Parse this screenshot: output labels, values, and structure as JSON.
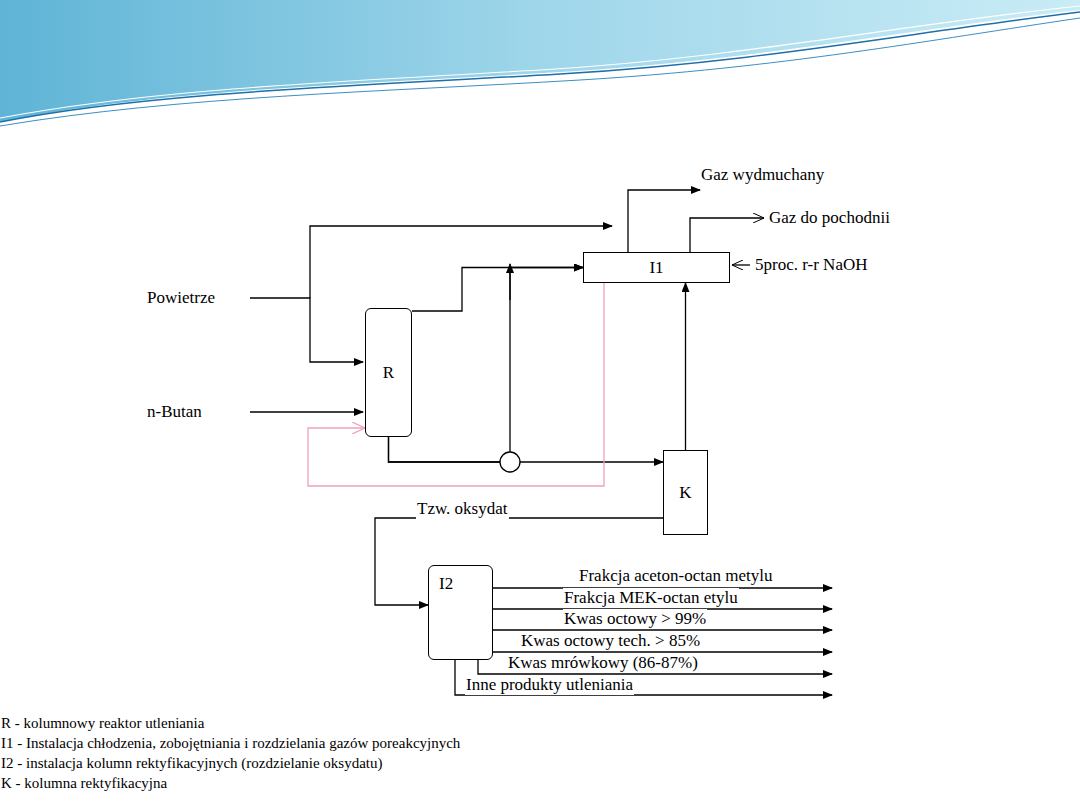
{
  "diagram": {
    "nodes": [
      {
        "text": [
          "I1"
        ]
      },
      {
        "text": [
          "R"
        ]
      },
      {
        "text": [
          "K"
        ]
      },
      {
        "text": [
          "I2"
        ]
      }
    ],
    "edges": [
      {
        "from": 1,
        "to": 0,
        "arrow": "to"
      },
      {
        "from": 1,
        "to": 0,
        "arrow": "to"
      },
      {
        "from": 1,
        "to": 2,
        "arrow": "to"
      },
      {
        "from": 2,
        "to": 0,
        "arrow": "to"
      },
      {
        "from": 0,
        "to": 1,
        "arrow": "to"
      },
      {
        "from": 2,
        "to": 3,
        "arrow": "to"
      }
    ],
    "labels": [
      "Gaz wydmuchany",
      "Gaz do pochodnii",
      "Powietrze",
      "5proc. r-r NaOH",
      "n-Butan",
      "Tzw. oksydat",
      "Frakcja aceton-octan metylu",
      "Frakcja MEK-octan etylu",
      "Kwas octowy > 99%",
      "Kwas octowy tech. > 85%",
      "Kwas mrówkowy (86-87%)",
      "Inne produkty utleniania",
      "R - kolumnowy reaktor utleniania",
      "I1 - Instalacja chłodzenia, zobojętniania i rozdzielania gazów poreakcyjnych",
      "I2 - instalacja kolumn rektyfikacyjnych (rozdzielanie oksydatu)",
      "K - kolumna rektyfikacyjna"
    ]
  }
}
